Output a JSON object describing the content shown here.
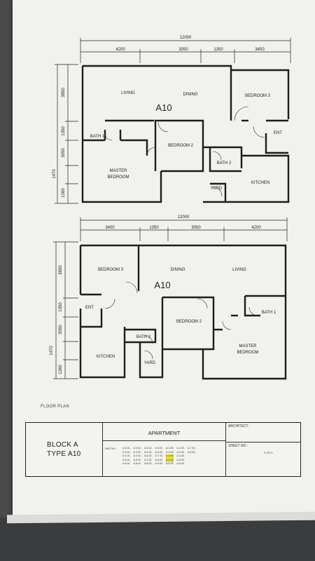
{
  "plan_top": {
    "unit": "A10",
    "overall": "12000",
    "segments": [
      "4200",
      "3050",
      "1350",
      "3400"
    ],
    "left_dims": [
      "3850",
      "1350",
      "3050",
      "1470",
      "1260"
    ],
    "rooms": {
      "living": "LIVING",
      "dining": "DINING",
      "bedroom3": "BEDROOM 3",
      "ent": "ENT",
      "bath1": "BATH 1",
      "bedroom2": "BEDROOM 2",
      "master1": "MASTER",
      "master2": "BEDROOM",
      "bath2": "BATH 2",
      "kitchen": "KITCHEN",
      "yard": "YARD"
    }
  },
  "plan_bottom": {
    "unit": "A10",
    "overall": "12000",
    "segments": [
      "3400",
      "1350",
      "3050",
      "4200"
    ],
    "left_dims": [
      "3850",
      "1350",
      "3050",
      "1470",
      "1260"
    ],
    "rooms": {
      "living": "LIVING",
      "dining": "DINING",
      "bedroom3": "BEDROOM 3",
      "ent": "ENT",
      "bath1": "BATH 1",
      "bedroom2": "BEDROOM 2",
      "master1": "MASTER",
      "master2": "BEDROOM",
      "bath2": "BATH 2",
      "kitchen": "KITCHEN",
      "yard": "YARD"
    }
  },
  "floor_plan_label": "FLOOR PLAN",
  "title_block": {
    "block": "BLOCK A",
    "type": "TYPE A10",
    "apartment": "APARTMENT",
    "unit_no_label": "UNIT NO :",
    "architect_label": "ARCHITECT :",
    "sheet_no_label": "SHEET NO :",
    "sheet_no_value": "3 OF 5",
    "units": [
      [
        "A-3-01,",
        "A-3-01,",
        "A-4-01,",
        "A-5-01,",
        "A-6-01,"
      ],
      [
        "A-3-01,",
        "A-3-01,",
        "A-4-01,",
        "A-5-01,",
        "A-6-01,"
      ],
      [
        "A-4-02,",
        "A-5-02,",
        "A-6-02,",
        "A-7-02,",
        "A-8-02,"
      ],
      [
        "A-5-02,",
        "A-6-02,",
        "A-7-02,",
        "A-8-02,",
        "A-9-02,"
      ],
      [
        "A-2-25,",
        "A-3-25,",
        "A-4-25,",
        "A-5-25,",
        "A-6-25,"
      ],
      [
        "A-2-30,",
        "A-3-30,",
        "A-4-30,",
        "A-5-30,",
        "A-6-30,"
      ],
      [
        "A-7-30,",
        "A-8-30,",
        "",
        "",
        ""
      ]
    ],
    "highlight_col": 4,
    "highlight_rows": [
      2,
      3
    ]
  },
  "colors": {
    "paper": "#f1f1ee",
    "ink": "#222222",
    "highlight": "#e8e23a"
  }
}
